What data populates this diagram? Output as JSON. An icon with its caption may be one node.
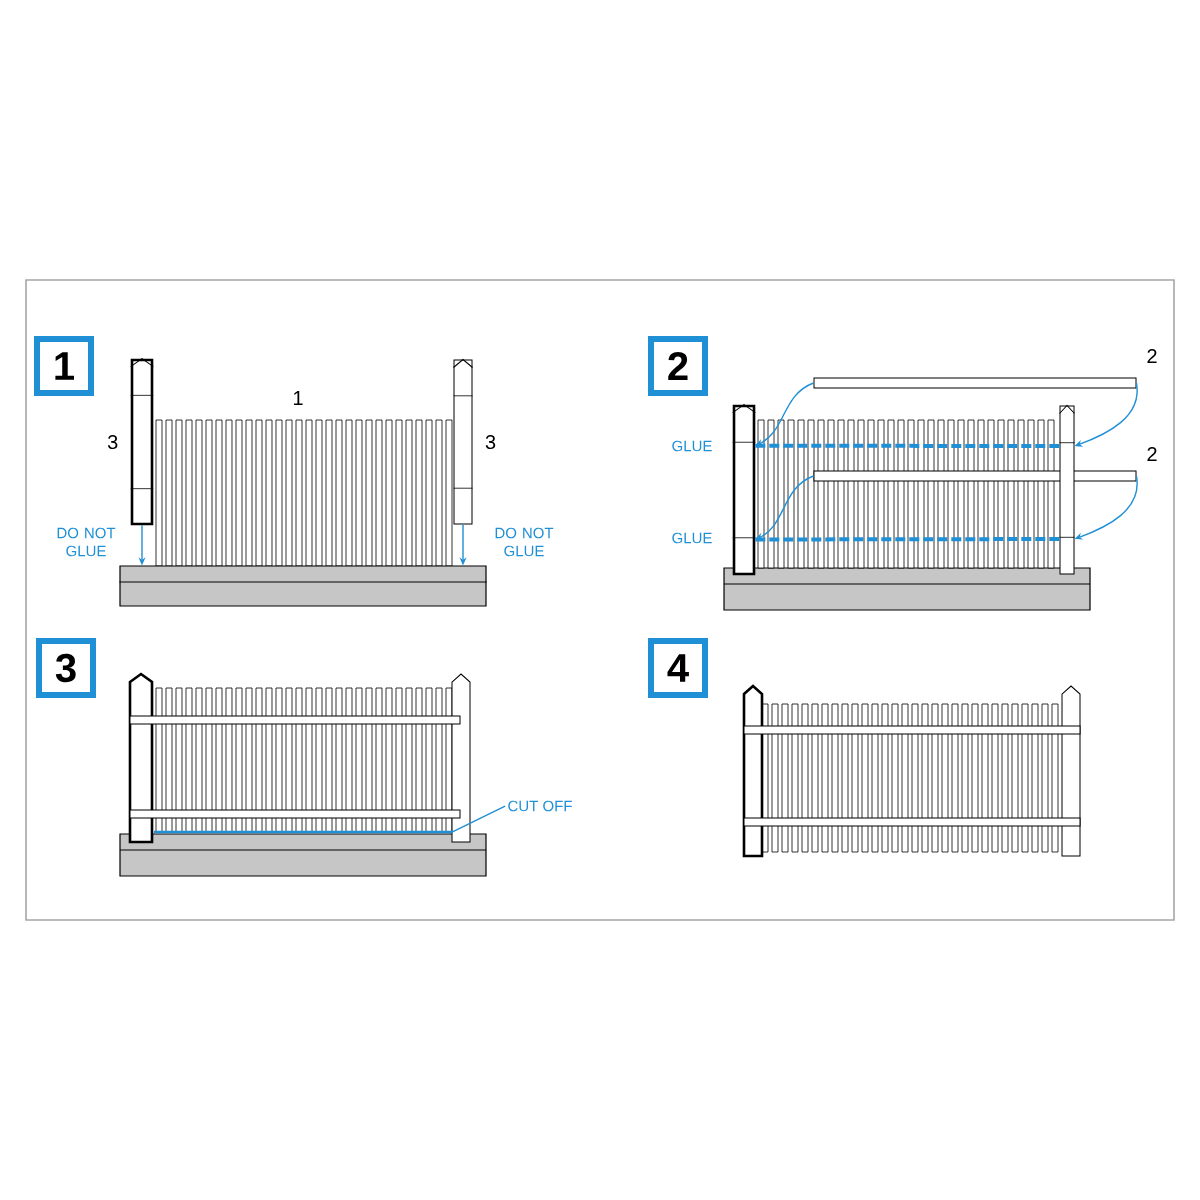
{
  "diagram": {
    "nodes": [
      {
        "text": [
          "1"
        ]
      },
      {
        "text": [],
        "shape": "bar",
        "beside": [
          "3"
        ]
      },
      {
        "text": [],
        "shape": "bar",
        "beside": [
          "3"
        ]
      },
      {
        "text": [],
        "shape": "box"
      },
      {
        "text": [
          "2"
        ]
      },
      {
        "text": [],
        "shape": "bar"
      },
      {
        "text": [],
        "shape": "bar"
      },
      {
        "text": [],
        "shape": "bar"
      },
      {
        "text": [],
        "shape": "bar"
      },
      {
        "text": [
          "3"
        ]
      },
      {
        "text": [
          "CUT OFF"
        ]
      },
      {
        "text": [
          "4"
        ]
      }
    ],
    "edges": [
      {
        "from": 1,
        "to": 3,
        "arrow": "to"
      },
      {
        "from": 2,
        "to": 3,
        "arrow": "to"
      },
      {
        "from": 5,
        "to": 7,
        "arrow": "to"
      },
      {
        "from": 5,
        "to": 8,
        "arrow": "to"
      },
      {
        "from": 6,
        "to": 7,
        "arrow": "to"
      },
      {
        "from": 6,
        "to": 8,
        "arrow": "to"
      },
      {
        "from": 10,
        "to": null,
        "arrow": "none"
      },
      {
        "from": 7,
        "to": 8,
        "arrow": "none",
        "style": "dashed"
      },
      {
        "from": 7,
        "to": 8,
        "arrow": "none",
        "style": "dashed"
      }
    ],
    "labels": [
      "1",
      "DO NOT GLUE",
      "DO NOT GLUE",
      "2",
      "GLUE",
      "2",
      "GLUE"
    ]
  }
}
